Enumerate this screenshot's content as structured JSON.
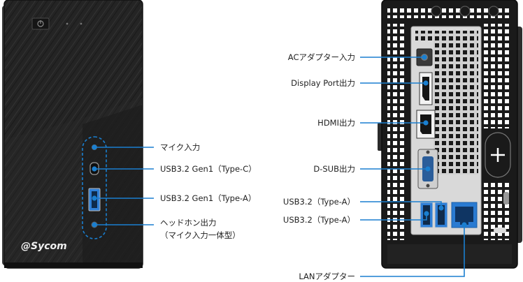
{
  "brand": {
    "logo_text": "@Sycom"
  },
  "front_labels": {
    "mic_in": "マイク入力",
    "usb_c": "USB3.2 Gen1（Type-C）",
    "usb_a": "USB3.2 Gen1（Type-A）",
    "headphone_line1": "ヘッドホン出力",
    "headphone_line2": "（マイク入力一体型）"
  },
  "rear_labels": {
    "ac_adapter_in": "ACアダプター入力",
    "displayport_out": "Display Port出力",
    "hdmi_out": "HDMI出力",
    "dsub_out": "D-SUB出力",
    "usb_a_1": "USB3.2（Type-A）",
    "usb_a_2": "USB3.2（Type-A）",
    "lan": "LANアダプター"
  },
  "colors": {
    "callout_blue": "#1a7fd0",
    "case_black": "#1c1c1c",
    "panel_silver": "#d9d9d9",
    "usb_blue": "#2f7fd6"
  }
}
